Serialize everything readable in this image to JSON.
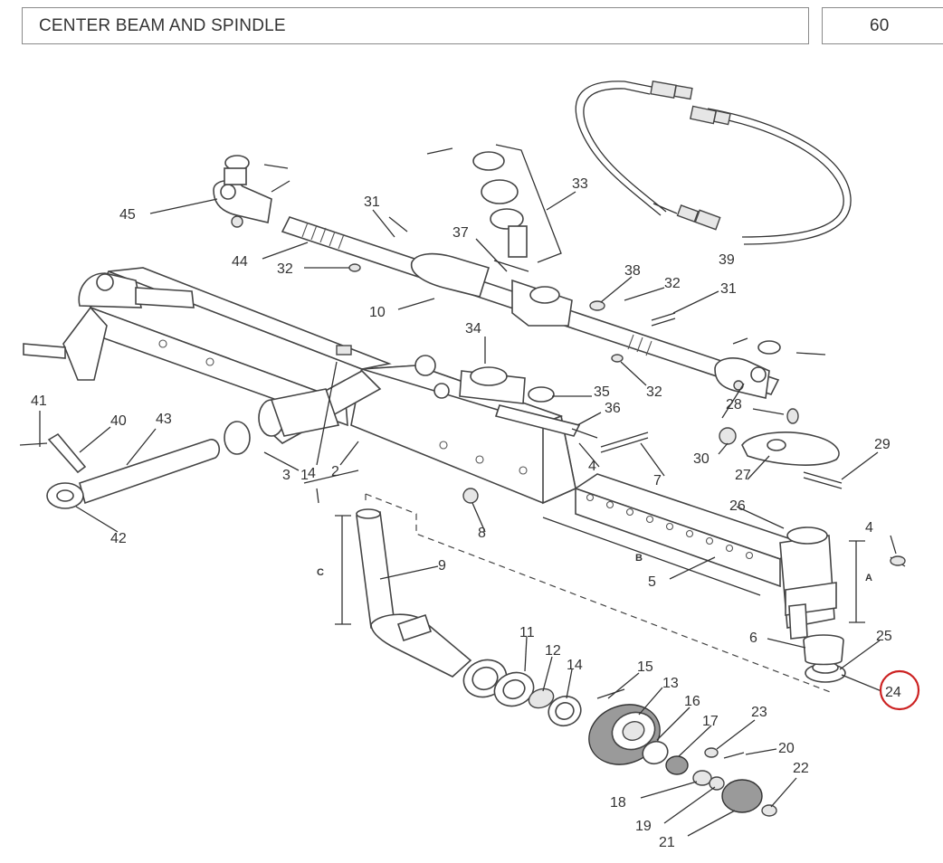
{
  "header": {
    "title": "CENTER BEAM AND SPINDLE",
    "page_number": "60"
  },
  "dimensions": {
    "a": "A",
    "b": "B",
    "c": "C"
  },
  "callouts": {
    "c1": "1",
    "c2": "2",
    "c3": "3",
    "c4": "4",
    "c4b": "4",
    "c4c": "4",
    "c5": "5",
    "c6": "6",
    "c7": "7",
    "c8": "8",
    "c9": "9",
    "c10": "10",
    "c11": "11",
    "c12": "12",
    "c13": "13",
    "c14": "14",
    "c15": "15",
    "c16": "16",
    "c17": "17",
    "c18": "18",
    "c19": "19",
    "c20": "20",
    "c21": "21",
    "c22": "22",
    "c23": "23",
    "c24": "24",
    "c25": "25",
    "c26": "26",
    "c27": "27",
    "c28": "28",
    "c29": "29",
    "c30": "30",
    "c31": "31",
    "c31b": "31",
    "c32": "32",
    "c32b": "32",
    "c32c": "32",
    "c33": "33",
    "c34": "34",
    "c35": "35",
    "c36": "36",
    "c37": "37",
    "c38": "38",
    "c39": "39",
    "c40": "40",
    "c41": "41",
    "c42": "42",
    "c43": "43",
    "c44": "44",
    "c45": "45"
  },
  "highlight": {
    "label": "24",
    "color": "#cc2222"
  },
  "colors": {
    "line": "#333333",
    "frame": "#8a8a8a"
  }
}
